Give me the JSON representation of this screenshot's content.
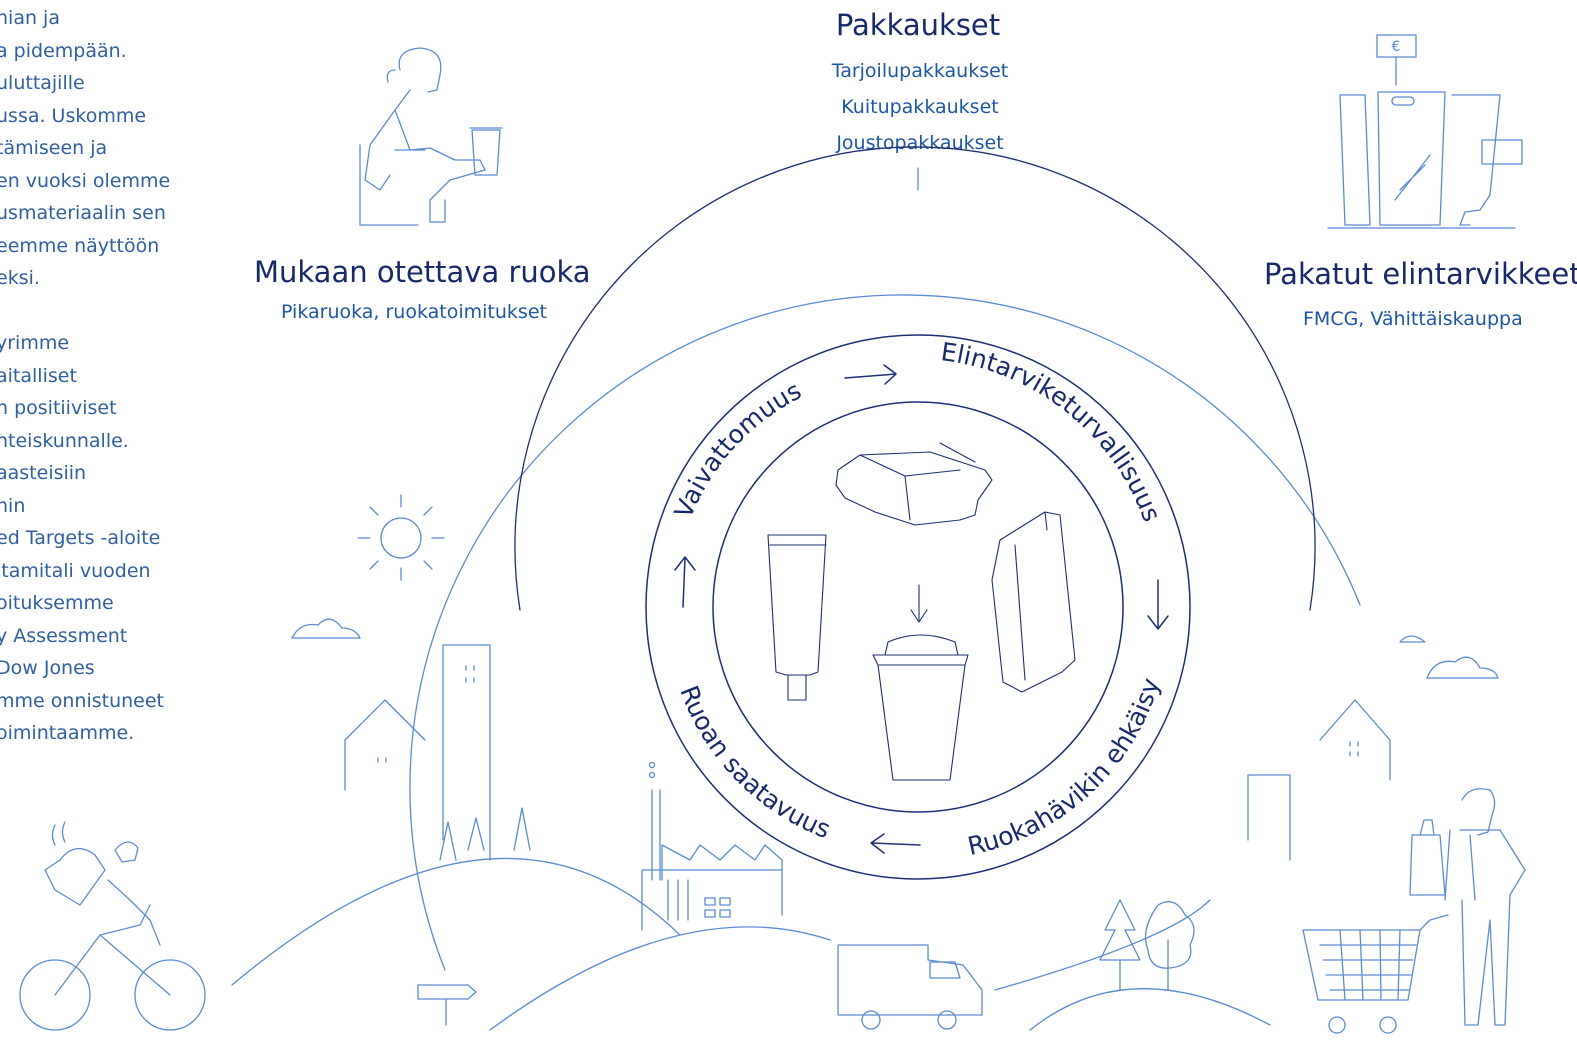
{
  "left_text": {
    "lines": [
      "nian ja",
      "a pidempään.",
      "uluttajille",
      "ussa. Uskomme",
      "tämiseen ja",
      "en vuoksi olemme",
      "usmateriaalin sen",
      "eemme näyttöön",
      "eksi.",
      "",
      "yrimme",
      "aitalliset",
      "n positiiviset",
      "nteiskunnalle.",
      "aasteisiin",
      "hin",
      "ed Targets -aloite",
      "ltamitali vuoden",
      "oituksemme",
      "y Assessment",
      "Dow Jones",
      "mme onnistuneet",
      "oimintaamme."
    ]
  },
  "segments": {
    "takeaway": {
      "title": "Mukaan otettava ruoka",
      "subtitle": "Pikaruoka, ruokatoimitukset"
    },
    "packaging": {
      "title": "Pakkaukset",
      "items": [
        "Tarjoilupakkaukset",
        "Kuitupakkaukset",
        "Joustopakkaukset"
      ]
    },
    "packaged_food": {
      "title": "Pakatut elintarvikkeet",
      "subtitle": "FMCG, Vähittäiskauppa"
    }
  },
  "cycle": {
    "top_left": "Vaivattomuus",
    "top_right": "Elintarviketurvallisuus",
    "bottom_right": "Ruokahävikin ehkäisy",
    "bottom_left": "Ruoan saatavuus"
  },
  "price_tag": "€",
  "colors": {
    "dark_navy": "#18296a",
    "line_blue": "#5b8bd0",
    "link_blue": "#1f56a3"
  },
  "icons": [
    "coffee-cup",
    "food-box",
    "tube",
    "pouch",
    "sun",
    "cloud",
    "bike-courier",
    "shopper",
    "shopping-cart",
    "delivery-van",
    "factory",
    "trees",
    "houses",
    "signpost",
    "shelf-packages"
  ]
}
